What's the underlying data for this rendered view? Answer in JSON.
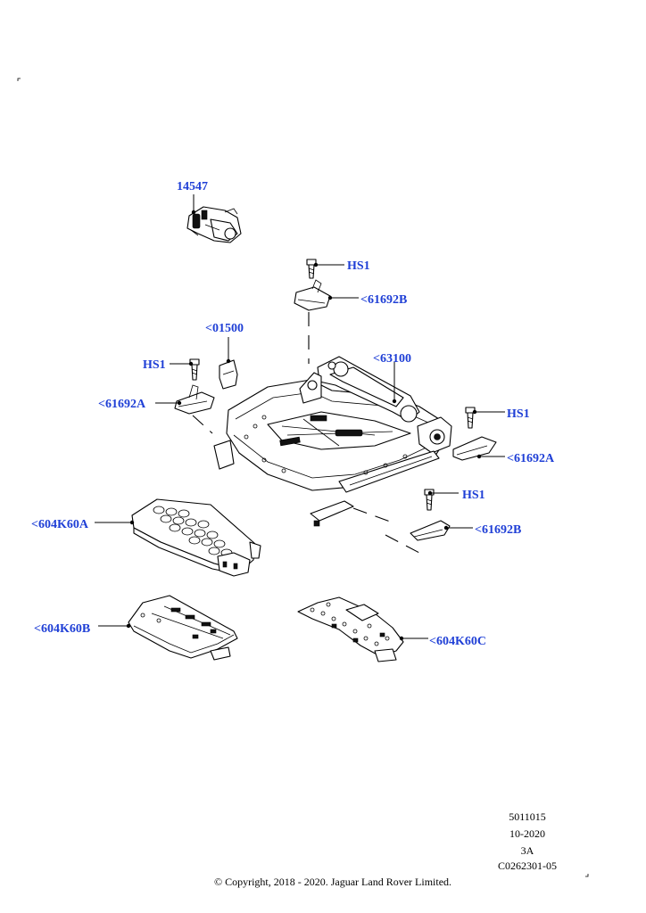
{
  "callouts": {
    "part_14547": "14547",
    "hs1_top": "HS1",
    "part_61692b_top": "<61692B",
    "part_01500": "<01500",
    "hs1_left": "HS1",
    "part_61692a_left": "<61692A",
    "part_63100": "<63100",
    "hs1_right": "HS1",
    "part_61692a_right": "<61692A",
    "hs1_bottom": "HS1",
    "part_61692b_bottom": "<61692B",
    "part_604k60a": "<604K60A",
    "part_604k60b": "<604K60B",
    "part_604k60c": "<604K60C"
  },
  "footer": {
    "ref_number": "5011015",
    "date": "10-2020",
    "revision": "3A",
    "drawing_code": "C0262301-05",
    "copyright": "© Copyright, 2018 - 2020. Jaguar Land Rover Limited."
  },
  "colors": {
    "callout_text": "#1f3fd6",
    "line_art": "#000000"
  }
}
